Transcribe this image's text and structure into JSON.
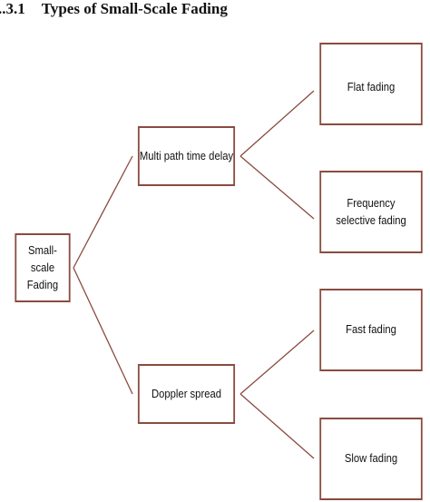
{
  "heading": {
    "number": "..3.1",
    "title": "Types of Small-Scale Fading"
  },
  "diagram": {
    "root": {
      "line1": "Small-scale",
      "line2": "Fading"
    },
    "branches": [
      {
        "label": "Multi path time delay",
        "children": [
          {
            "line1": "Flat fading",
            "line2": ""
          },
          {
            "line1": "Frequency",
            "line2": "selective fading"
          }
        ]
      },
      {
        "label": "Doppler spread",
        "children": [
          {
            "line1": "Fast fading",
            "line2": ""
          },
          {
            "line1": "Slow fading",
            "line2": ""
          }
        ]
      }
    ],
    "colors": {
      "border": "#8a4b40",
      "connector": "#8a4b40",
      "text": "#111111",
      "background": "#ffffff"
    }
  }
}
